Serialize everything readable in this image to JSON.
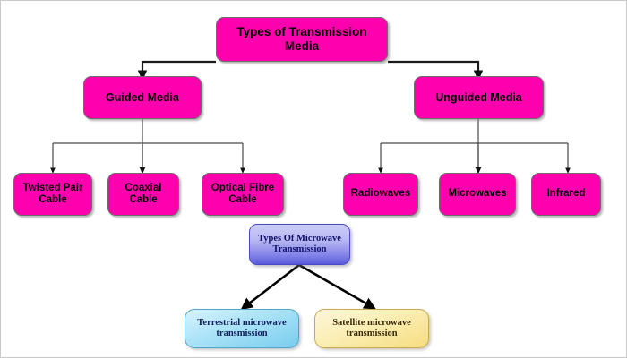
{
  "diagram": {
    "title": "Types of Transmission Media",
    "background_color": "#ffffff",
    "palette": {
      "magenta": "#FF00AE",
      "blue_gradient_top": "#cdcdf7",
      "blue_gradient_bottom": "#5a5ade",
      "light_blue": "#aee4f8",
      "cream": "#fbeeb4",
      "connector": "#000000"
    },
    "nodes": {
      "root": {
        "label": "Types of Transmission Media"
      },
      "guided": {
        "label": "Guided Media"
      },
      "unguided": {
        "label": "Unguided Media"
      },
      "twisted_pair": {
        "label": "Twisted Pair Cable"
      },
      "coaxial": {
        "label": "Coaxial Cable"
      },
      "optical_fibre": {
        "label": "Optical Fibre Cable"
      },
      "radiowaves": {
        "label": "Radiowaves"
      },
      "microwaves": {
        "label": "Microwaves"
      },
      "infrared": {
        "label": "Infrared"
      },
      "microwave_types": {
        "label": "Types Of Microwave Transmission"
      },
      "terrestrial": {
        "label": "Terrestrial microwave transmission"
      },
      "satellite": {
        "label": "Satellite microwave transmission"
      }
    }
  }
}
